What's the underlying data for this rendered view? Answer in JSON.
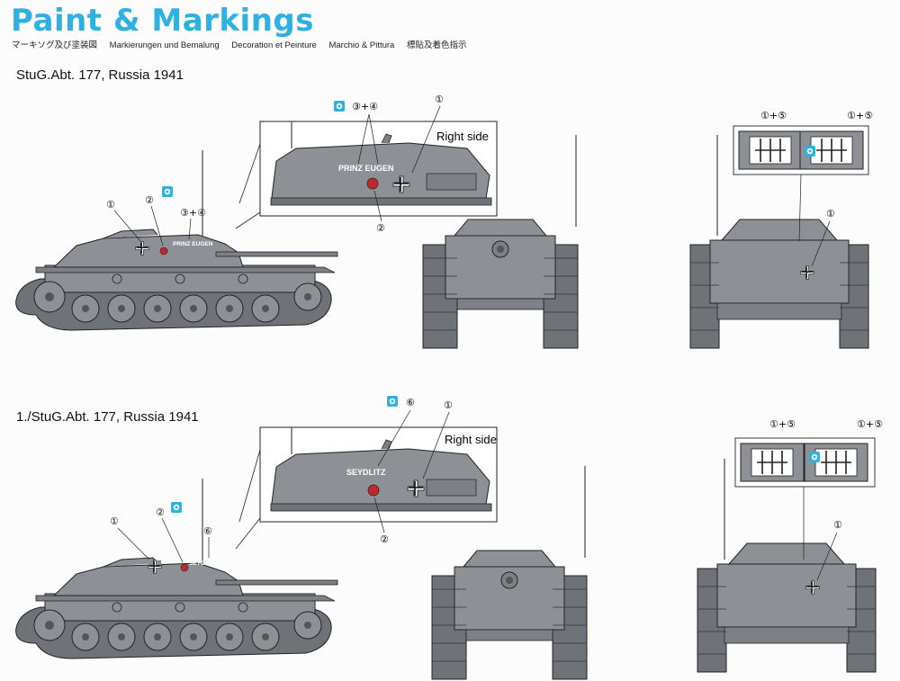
{
  "header": {
    "title": "Paint & Markings",
    "subtitles": [
      "マーキソグ及び塗装図",
      "Markierungen und Bemalung",
      "Decoration et Peinture",
      "Marchio & Pittura",
      "標貼及着色指示"
    ]
  },
  "schemes": [
    {
      "title": "StuG.Abt. 177, Russia 1941",
      "vehicle_name": "PRINZ EUGEN",
      "right_side_label": "Right side",
      "callouts": {
        "hull_cross": "①",
        "emblem": "②",
        "name": "③+④",
        "rear_plate": "①+⑤",
        "rear_cross": "①"
      }
    },
    {
      "title": "1./StuG.Abt. 177, Russia 1941",
      "vehicle_name": "SEYDLITZ",
      "right_side_label": "Right side",
      "callouts": {
        "hull_cross": "①",
        "emblem": "②",
        "name": "⑥",
        "rear_plate": "①+⑤",
        "rear_cross": "①"
      }
    }
  ],
  "colors": {
    "title": "#2fb0e3",
    "panzer_grey": "#8d9196",
    "decal_icon": "#2fb0e3",
    "emblem_red": "#c0282d"
  }
}
